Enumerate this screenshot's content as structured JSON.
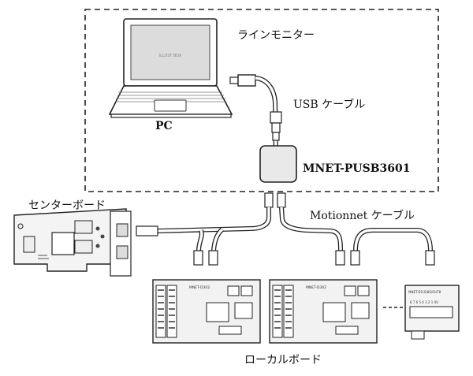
{
  "labels": {
    "line_monitor": "ラインモニター",
    "usb_cable": "USB ケーブル",
    "pc": "PC",
    "device": "MNET-PUSB3601",
    "center_board": "センターボード",
    "motionnet_cable": "Motionnet ケーブル",
    "local_board": "ローカルボード"
  },
  "laptop": {
    "screen_text": "ILLUST BOX"
  },
  "local_boards": [
    {
      "title": "MNET-D302"
    },
    {
      "title": "MNET-D302"
    }
  ],
  "small_module": {
    "title": "MNET-D1(0)8S/OUT8",
    "pin_numbers": "8 7 6 5 4 3 2 1 4V"
  },
  "colors": {
    "line": "#222222",
    "board_fill": "#f4f4f4",
    "device_fill": "#e9e9e9",
    "screen_fill": "#d9d9d9"
  }
}
